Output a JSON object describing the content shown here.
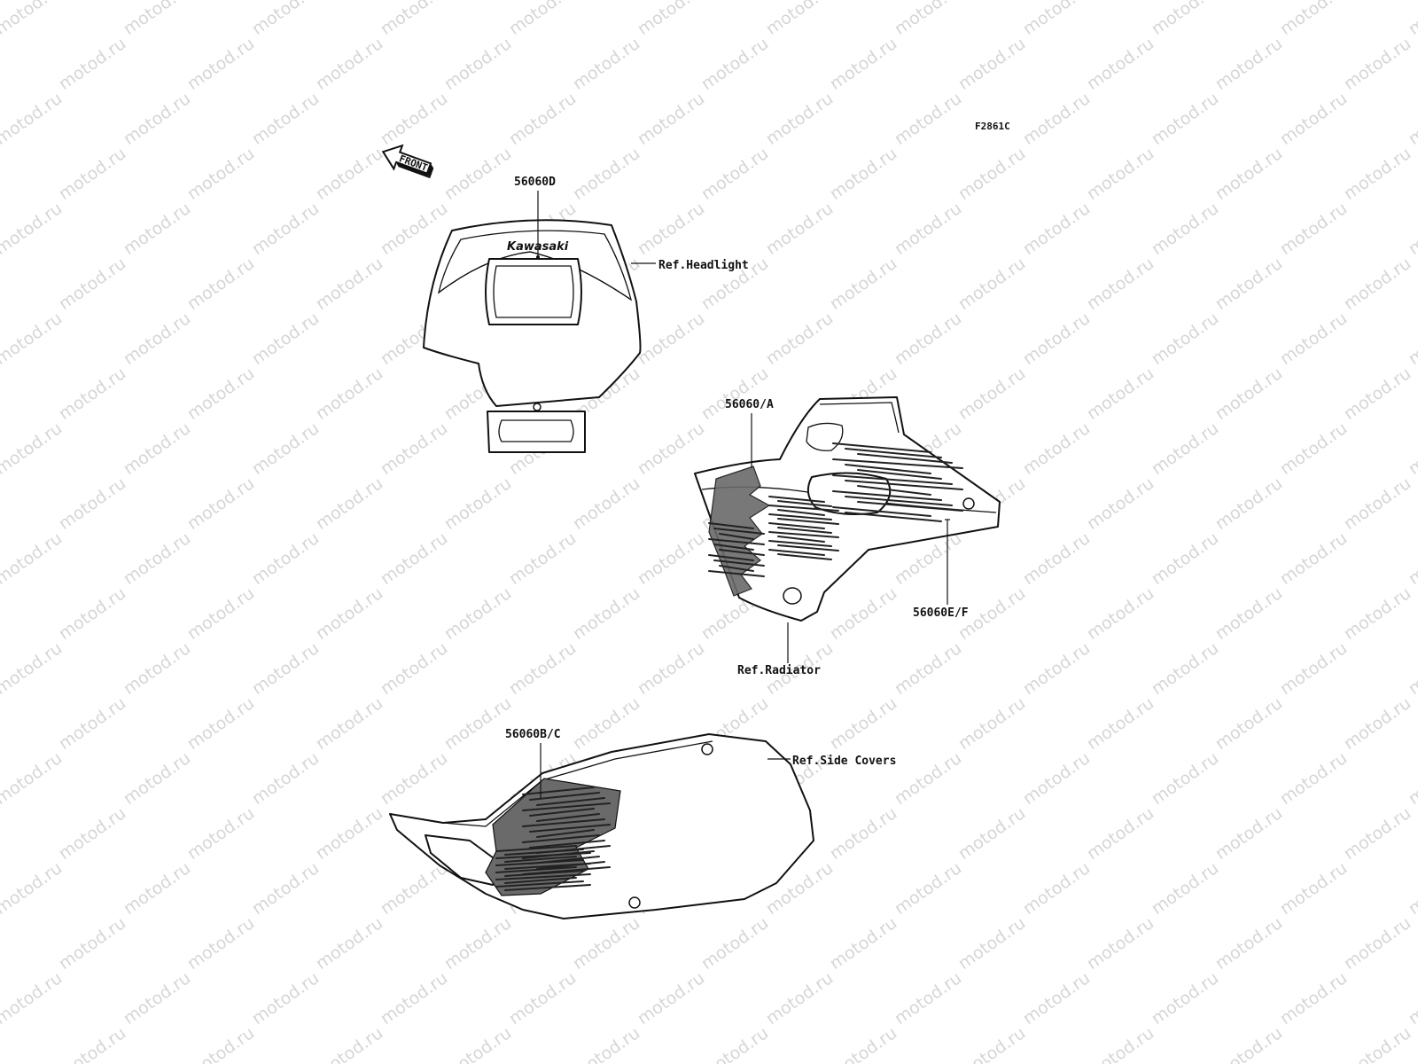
{
  "watermark": "motod.ru",
  "diagram_code": "F2861C",
  "front_arrow": {
    "label": "FRONT",
    "icon": "front-arrow-icon"
  },
  "headlight_panel": {
    "part_number": "56060D",
    "reference": "Ref.Headlight",
    "logo_text": "Kawasaki"
  },
  "radiator_shroud": {
    "part_number_top": "56060/A",
    "part_number_side": "56060E/F",
    "reference": "Ref.Radiator"
  },
  "side_cover": {
    "part_number": "56060B/C",
    "reference": "Ref.Side Covers"
  }
}
